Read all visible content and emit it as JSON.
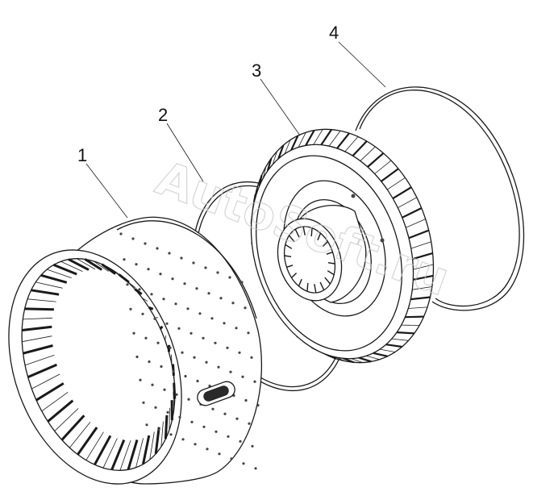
{
  "diagram": {
    "callouts": [
      {
        "id": "1",
        "label": "1"
      },
      {
        "id": "2",
        "label": "2"
      },
      {
        "id": "3",
        "label": "3"
      },
      {
        "id": "4",
        "label": "4"
      }
    ],
    "watermark": "AutoSoft.ru",
    "colors": {
      "line": "#1a1a1a",
      "background": "#ffffff",
      "watermark": "#c8c8c8"
    }
  }
}
